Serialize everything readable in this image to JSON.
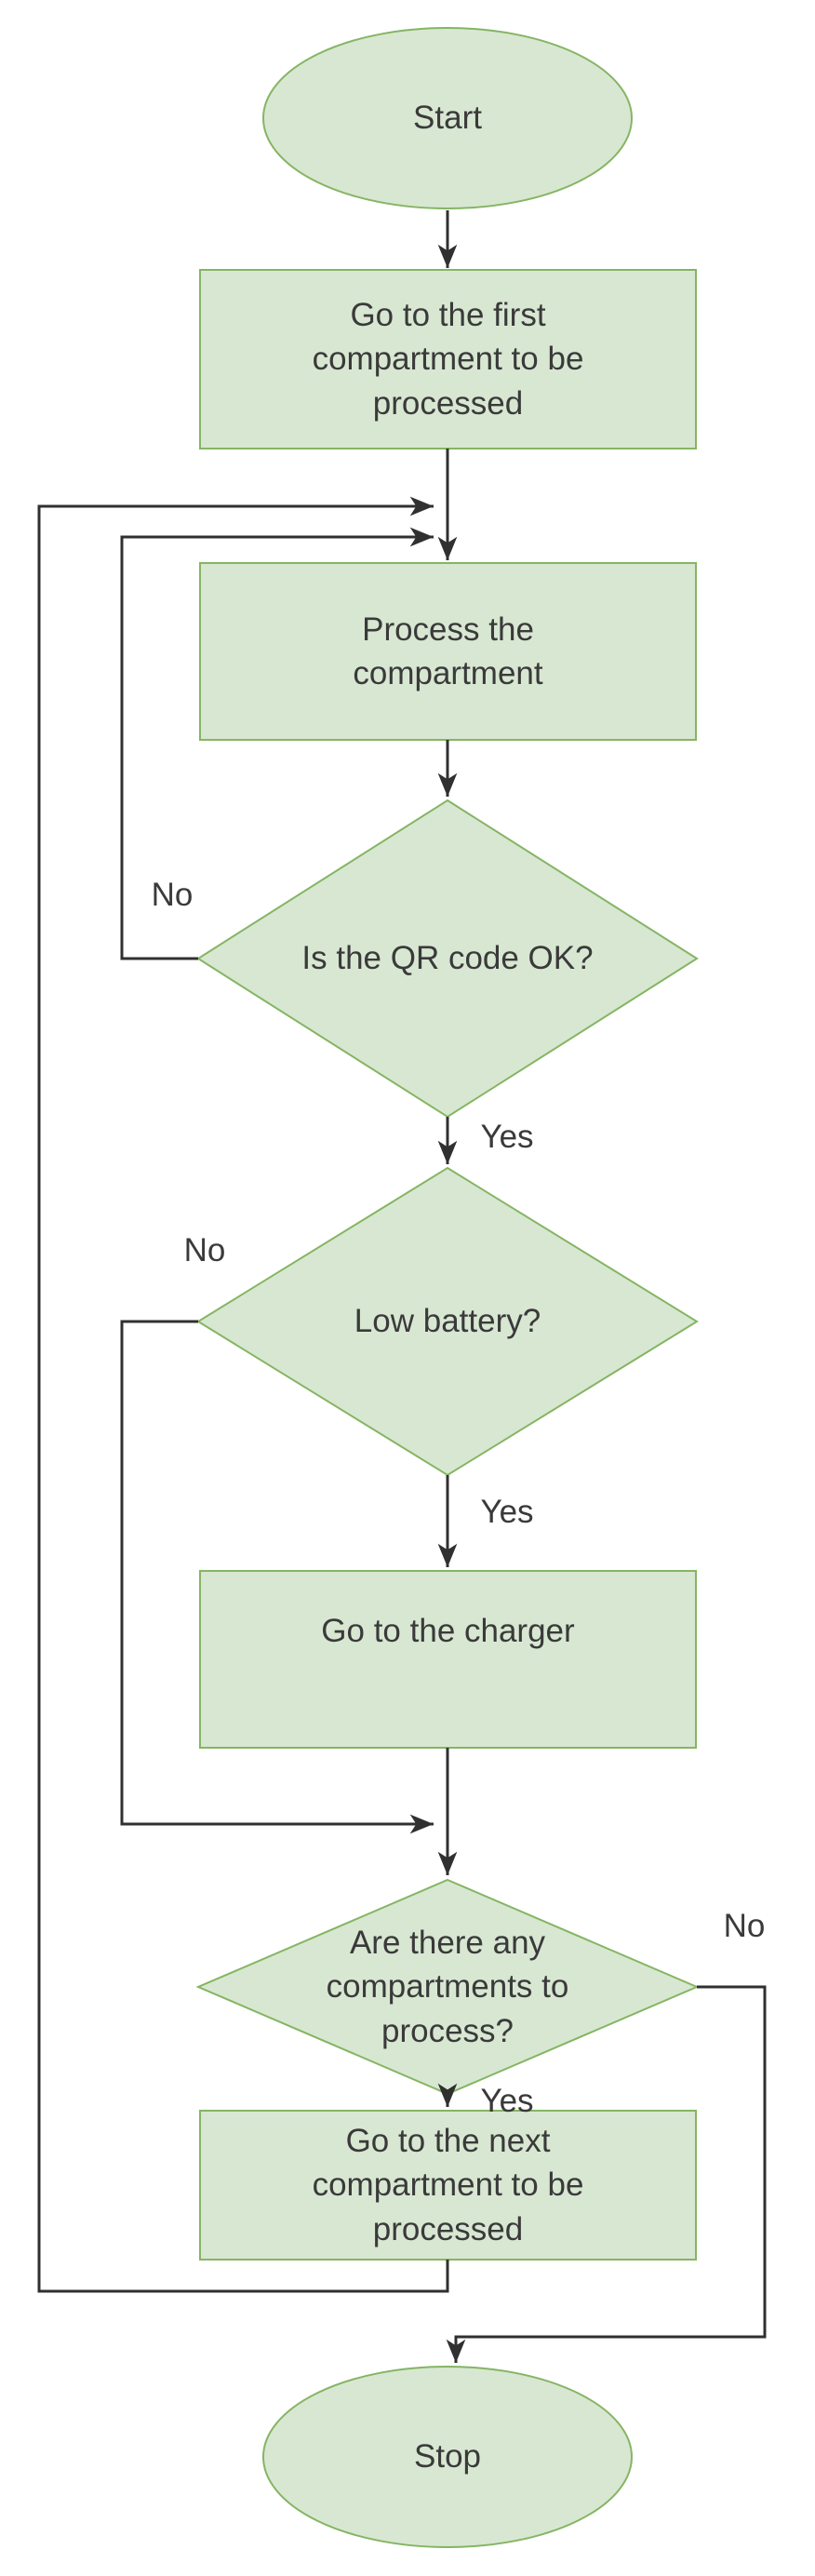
{
  "diagram": {
    "type": "flowchart",
    "colors": {
      "node_fill": "#d8e7d2",
      "node_stroke": "#85b563",
      "line": "#303030",
      "text": "#3a3a3a",
      "background": "#ffffff"
    },
    "nodes": {
      "start": {
        "shape": "ellipse",
        "label": "Start"
      },
      "go_first": {
        "shape": "rect",
        "label": "Go to the first\ncompartment to be\nprocessed"
      },
      "process": {
        "shape": "rect",
        "label": "Process the\ncompartment"
      },
      "qr_ok": {
        "shape": "diamond",
        "label": "Is the QR code OK?"
      },
      "low_battery": {
        "shape": "diamond",
        "label": "Low battery?"
      },
      "charger": {
        "shape": "rect",
        "label": "Go to the charger"
      },
      "any_left": {
        "shape": "diamond",
        "label": "Are there any\ncompartments to\nprocess?"
      },
      "go_next": {
        "shape": "rect",
        "label": "Go to the next\ncompartment to be\nprocessed"
      },
      "stop": {
        "shape": "ellipse",
        "label": "Stop"
      }
    },
    "edge_labels": {
      "qr_no": "No",
      "qr_yes": "Yes",
      "battery_no": "No",
      "battery_yes": "Yes",
      "any_no": "No",
      "any_yes": "Yes"
    }
  }
}
